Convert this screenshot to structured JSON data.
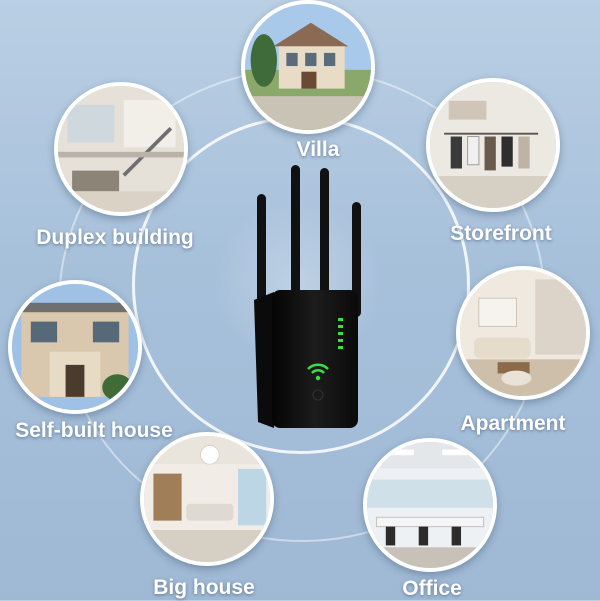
{
  "locations": [
    {
      "id": "villa",
      "label": "Villa"
    },
    {
      "id": "duplex",
      "label": "Duplex building"
    },
    {
      "id": "storefront",
      "label": "Storefront"
    },
    {
      "id": "selfbuilt",
      "label": "Self-built house"
    },
    {
      "id": "apartment",
      "label": "Apartment"
    },
    {
      "id": "bighouse",
      "label": "Big house"
    },
    {
      "id": "office",
      "label": "Office"
    }
  ],
  "colors": {
    "background": "#a7c0da",
    "device_body": "#111111",
    "wifi_indicator": "#3fdc4a",
    "label_text": "#ffffff"
  },
  "icons": [
    "wifi-icon",
    "led-indicator-icon"
  ]
}
